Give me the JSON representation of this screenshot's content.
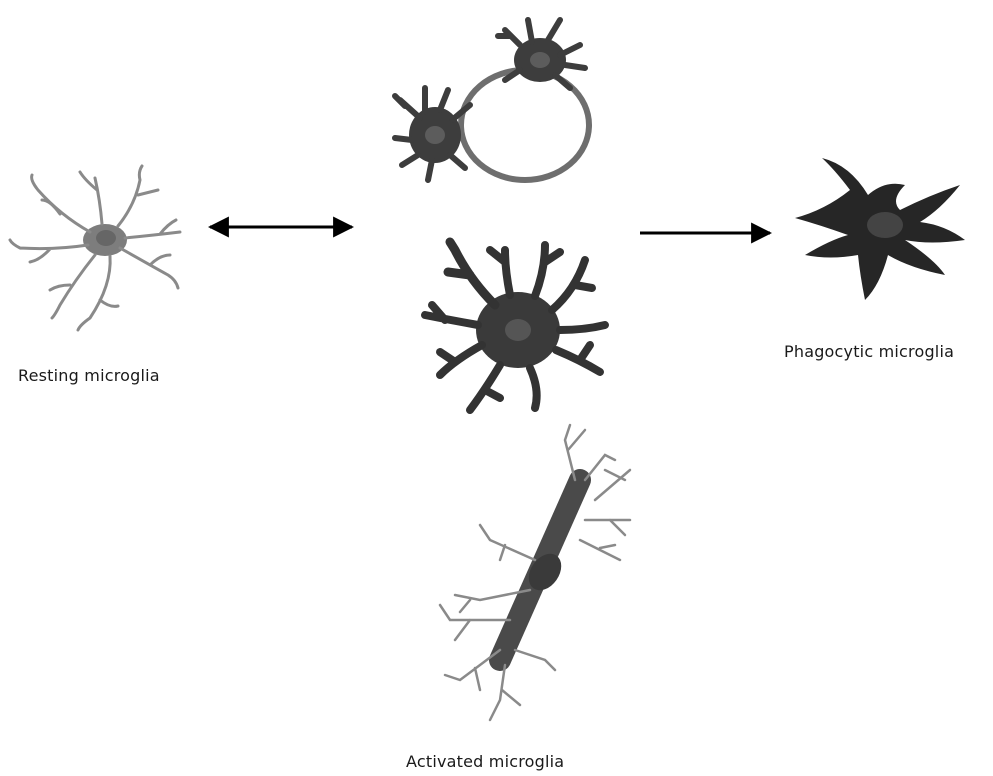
{
  "labels": {
    "resting": "Resting microglia",
    "phagocytic": "Phagocytic microglia",
    "activated": "Activated microglia"
  },
  "colors": {
    "resting_cell": "#7d7d7d",
    "activated_cell": "#3a3a3a",
    "rod_cell": "#4a4a4a",
    "phagocytic_cell": "#262626",
    "nucleus": "#5c5c5c",
    "ring": "#6e6e6e",
    "arrow": "#000000"
  },
  "icons": {
    "bidirectional_arrow": "double-headed-arrow",
    "transition_arrow": "right-arrow"
  }
}
